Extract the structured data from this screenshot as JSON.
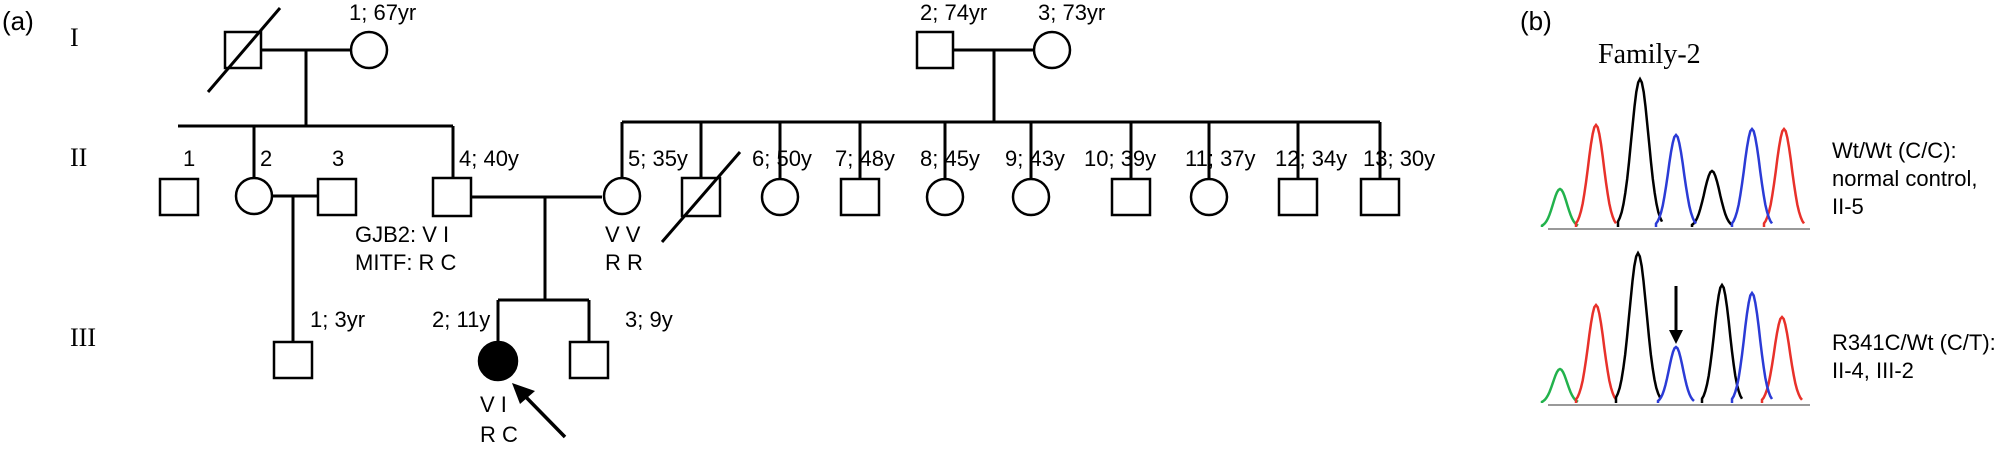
{
  "panel_a": {
    "label": "(a)",
    "generations": [
      "I",
      "II",
      "III"
    ],
    "gen1": {
      "m1_label": "1; 67yr",
      "m2_label": "2; 74yr",
      "m3_label": "3; 73yr"
    },
    "gen2": {
      "m1_label": "1",
      "m2_label": "2",
      "m3_label": "3",
      "m4_label": "4; 40y",
      "m5_label": "5; 35y",
      "m6_label": "6; 50y",
      "m7_label": "7; 48y",
      "m8_label": "8; 45y",
      "m9_label": "9; 43y",
      "m10_label": "10; 39y",
      "m11_label": "11; 37y",
      "m12_label": "12; 34y",
      "m13_label": "13; 30y"
    },
    "gen3": {
      "m1_label": "1; 3yr",
      "m2_label": "2; 11y",
      "m3_label": "3; 9y"
    },
    "genotypes": {
      "ii4_gjb2": "GJB2: V   I",
      "ii4_mitf": "MITF: R   C",
      "ii5_gjb2": "V V",
      "ii5_mitf": "R R",
      "iii2_gjb2": "V   I",
      "iii2_mitf": "R   C"
    },
    "affected_fill": "#000000"
  },
  "panel_b": {
    "label": "(b)",
    "family_title": "Family-2",
    "trace1": {
      "line1": "Wt/Wt (C/C):",
      "line2": "normal control,",
      "line3": "II-5"
    },
    "trace2": {
      "line1": "R341C/Wt (C/T):",
      "line2": "II-4,  III-2"
    },
    "trace_colors": {
      "green": "#22b24c",
      "red": "#e8312a",
      "black": "#000000",
      "blue": "#2b3bd6"
    }
  }
}
